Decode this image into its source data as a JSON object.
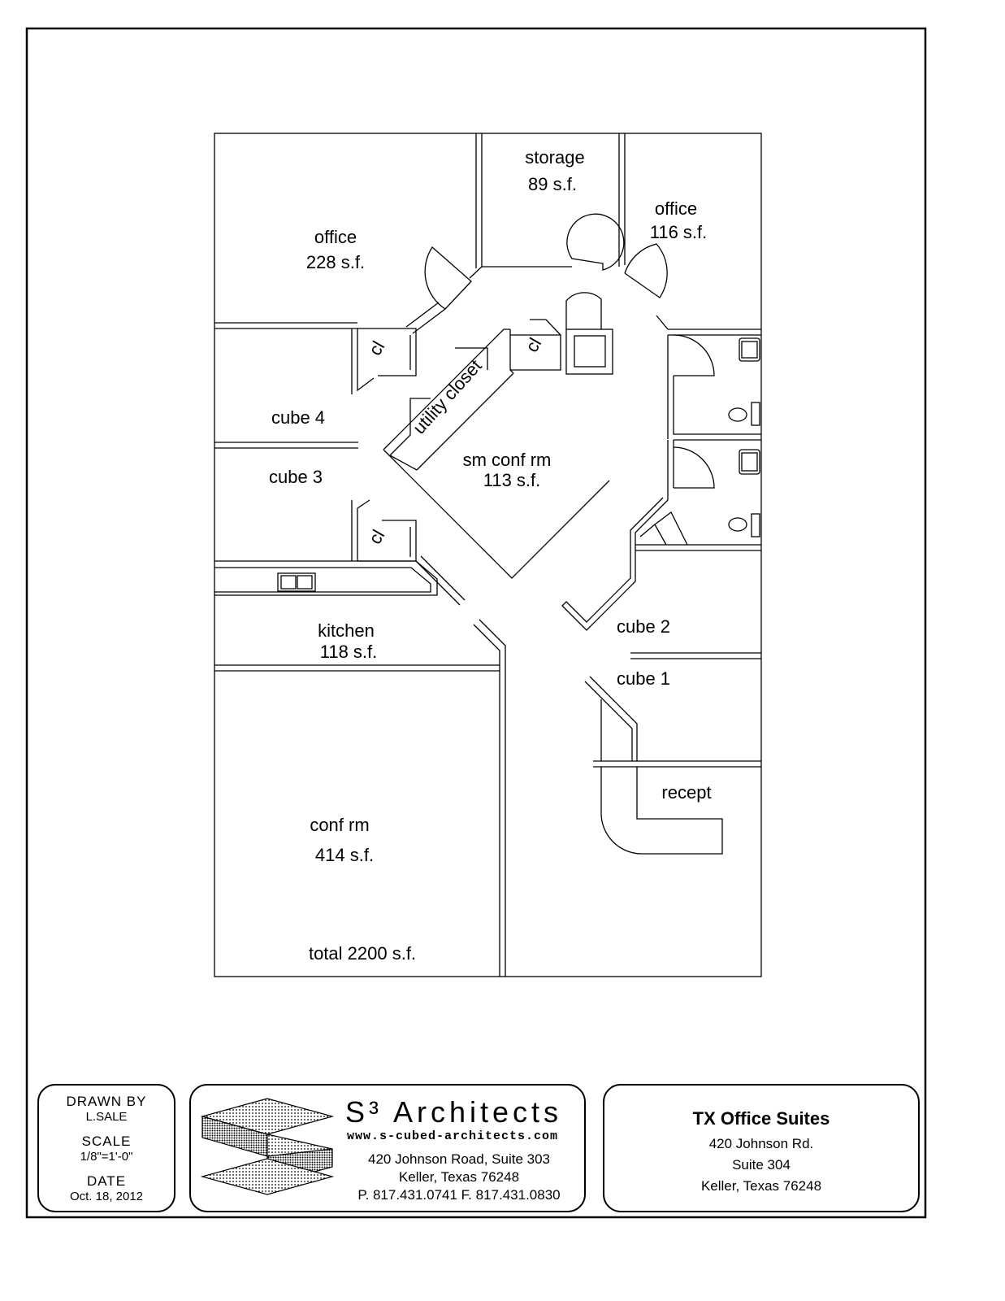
{
  "plan": {
    "rooms": [
      {
        "id": "office-228",
        "name": "office",
        "area": "228 s.f."
      },
      {
        "id": "storage",
        "name": "storage",
        "area": "89 s.f."
      },
      {
        "id": "office-116",
        "name": "office",
        "area": "116 s.f."
      },
      {
        "id": "closet-1",
        "name": "cl"
      },
      {
        "id": "closet-2",
        "name": "cl"
      },
      {
        "id": "closet-3",
        "name": "cl"
      },
      {
        "id": "utility-closet",
        "name": "utility closet"
      },
      {
        "id": "cube-4",
        "name": "cube 4"
      },
      {
        "id": "cube-3",
        "name": "cube 3"
      },
      {
        "id": "sm-conf",
        "name": "sm conf rm",
        "area": "113 s.f."
      },
      {
        "id": "kitchen",
        "name": "kitchen",
        "area": "118 s.f."
      },
      {
        "id": "cube-2",
        "name": "cube 2"
      },
      {
        "id": "cube-1",
        "name": "cube 1"
      },
      {
        "id": "recept",
        "name": "recept"
      },
      {
        "id": "conf-rm",
        "name": "conf rm",
        "area": "414 s.f."
      }
    ],
    "total": "total 2200 s.f."
  },
  "title_block": {
    "drawn_by_label": "DRAWN BY",
    "drawn_by": "L.SALE",
    "scale_label": "SCALE",
    "scale": "1/8\"=1'-0\"",
    "date_label": "DATE",
    "date": "Oct. 18, 2012",
    "firm": {
      "name": "S³ Architects",
      "website": "www.s-cubed-architects.com",
      "address_1": "420 Johnson Road, Suite 303",
      "address_2": "Keller, Texas  76248",
      "phone_fax": "P. 817.431.0741  F. 817.431.0830"
    },
    "project": {
      "name": "TX Office Suites",
      "address_1": "420 Johnson Rd.",
      "address_2": "Suite 304",
      "address_3": "Keller, Texas 76248"
    }
  }
}
